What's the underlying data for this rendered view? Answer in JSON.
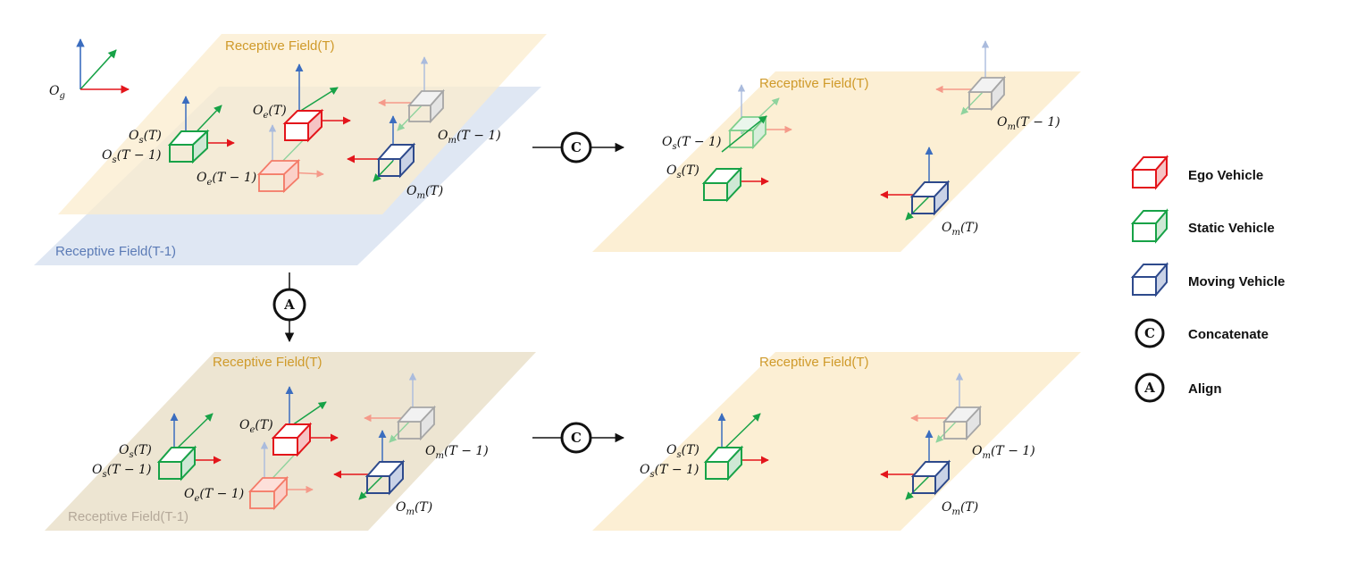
{
  "fields": {
    "receptive_t": "Receptive Field(T)",
    "receptive_t1": "Receptive Field(T-1)"
  },
  "axes_label": {
    "main": "O",
    "sub": "g"
  },
  "labels": {
    "os_t": {
      "main": "O",
      "sub": "s",
      "arg": "(T)"
    },
    "os_t1": {
      "main": "O",
      "sub": "s",
      "arg": "(T − 1)"
    },
    "oe_t": {
      "main": "O",
      "sub": "e",
      "arg": "(T)"
    },
    "oe_t1": {
      "main": "O",
      "sub": "e",
      "arg": "(T − 1)"
    },
    "om_t": {
      "main": "O",
      "sub": "m",
      "arg": "(T)"
    },
    "om_t1": {
      "main": "O",
      "sub": "m",
      "arg": "(T − 1)"
    }
  },
  "operators": {
    "concat_letter": "C",
    "align_letter": "A"
  },
  "legend": [
    {
      "icon": "red-cube-icon",
      "label": "Ego Vehicle"
    },
    {
      "icon": "green-cube-icon",
      "label": "Static Vehicle"
    },
    {
      "icon": "blue-cube-icon",
      "label": "Moving Vehicle"
    },
    {
      "icon": "concatenate-icon",
      "letter": "C",
      "label": "Concatenate"
    },
    {
      "icon": "align-icon",
      "letter": "A",
      "label": "Align"
    }
  ],
  "colors": {
    "field_t_fill": "#fbeccd",
    "field_t1_fill": "#dfe7f3",
    "field_t_text": "#cf9a2a",
    "field_t1_text": "#5b7bb6",
    "field_aligned_fill": "#ede5d2",
    "ego": "#e3151b",
    "ego_prev": "#f47b68",
    "static": "#17a247",
    "static_prev": "#7fcf8d",
    "moving": "#2e4a8c",
    "moving_prev": "#a6a6a6",
    "axis_up": "#3b6dbf",
    "axis_depth": "#17a247",
    "axis_right": "#e3151b"
  }
}
